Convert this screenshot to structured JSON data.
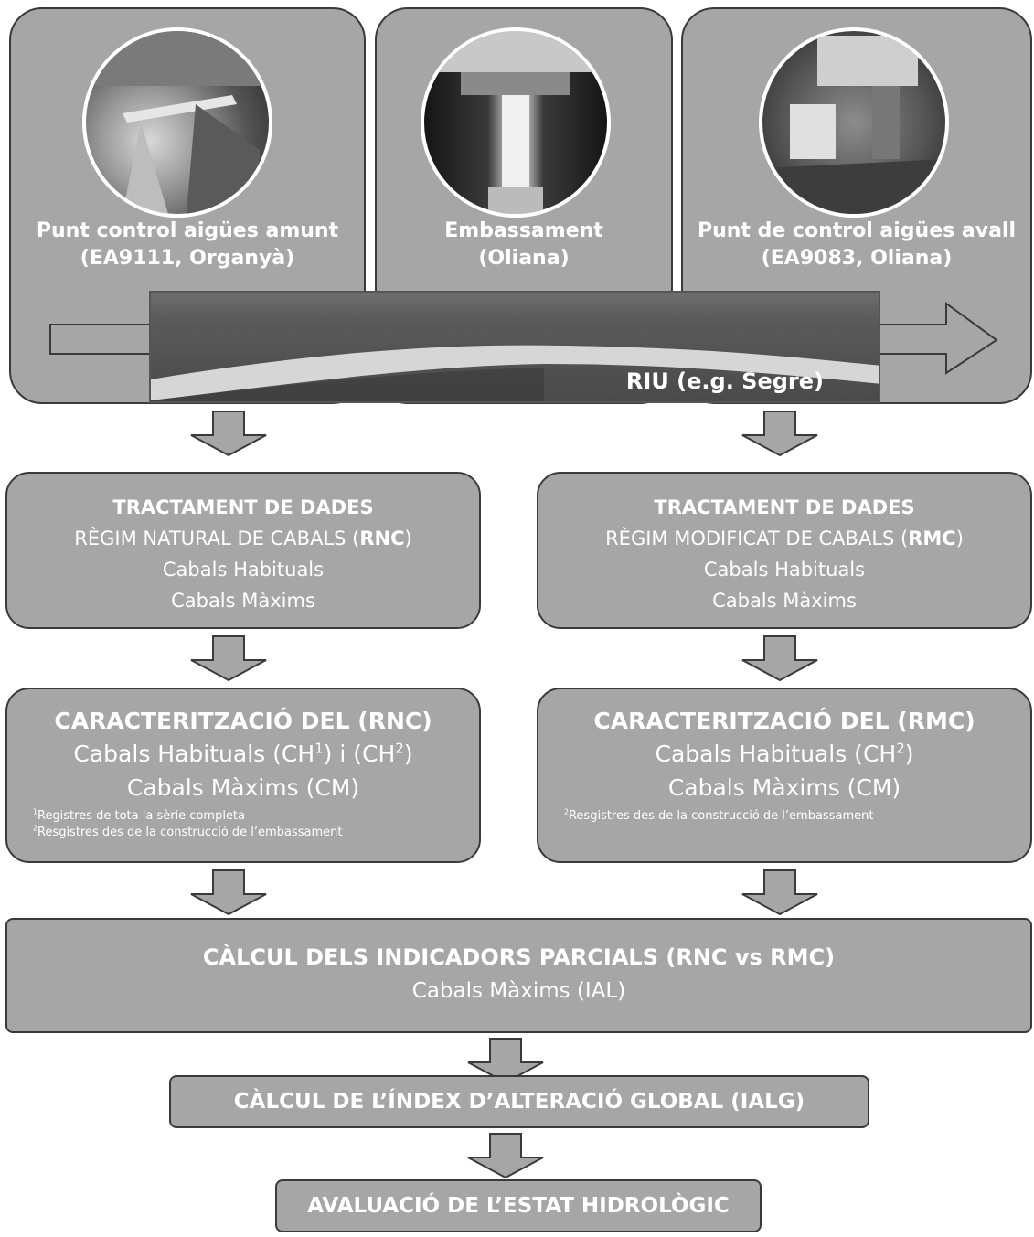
{
  "stations": [
    {
      "title": "Punt control aigües amunt",
      "subtitle": "(EA9111, Organyà)"
    },
    {
      "title": "Embassament",
      "subtitle": "(Oliana)"
    },
    {
      "title": "Punt de control aigües avall",
      "subtitle": "(EA9083, Oliana)"
    }
  ],
  "river": {
    "label": "RIU (e.g. Segre)"
  },
  "treatment": {
    "heading": "TRACTAMENT DE DADES",
    "left": {
      "regime_prefix": "RÈGIM NATURAL DE CABALS (",
      "regime_code": "RNC",
      "regime_suffix": ")"
    },
    "right": {
      "regime_prefix": "RÈGIM MODIFICAT DE CABALS (",
      "regime_code": "RMC",
      "regime_suffix": ")"
    },
    "line_habituals": "Cabals Habituals",
    "line_maxims": "Cabals Màxims"
  },
  "characterization": {
    "left": {
      "heading": "CARACTERITZACIÓ DEL (RNC)",
      "habituals_prefix": "Cabals Habituals (CH",
      "sup1": "1",
      "habituals_mid": ") i (CH",
      "sup2": "2",
      "habituals_suffix": ")",
      "maxims": "Cabals Màxims (CM)",
      "note1_sup": "1",
      "note1": "Registres de tota la sèrie completa",
      "note2_sup": "2",
      "note2": "Resgistres des de la construcció de l’embassament"
    },
    "right": {
      "heading": "CARACTERITZACIÓ DEL (RMC)",
      "habituals_prefix": "Cabals Habituals (CH",
      "sup2": "2",
      "habituals_suffix": ")",
      "maxims": "Cabals Màxims (CM)",
      "note2_sup": "2",
      "note2": "Resgistres des de la construcció de l’embassament"
    }
  },
  "partial": {
    "heading": "CÀLCUL DELS INDICADORS PARCIALS (RNC vs RMC)",
    "line": "Cabals Màxims (IAL)"
  },
  "global": {
    "heading": "CÀLCUL DE L’ÍNDEX D’ALTERACIÓ GLOBAL (IALG)"
  },
  "evaluation": {
    "heading": "AVALUACIÓ DE L’ESTAT HIDROLÒGIC"
  }
}
